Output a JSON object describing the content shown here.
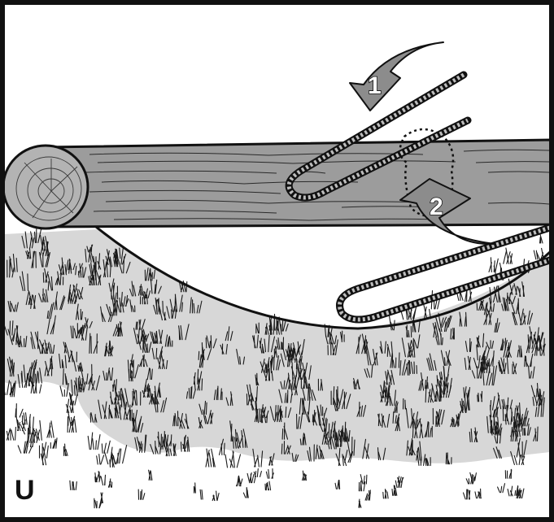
{
  "figure": {
    "label": "U",
    "steps": [
      {
        "number": "1"
      },
      {
        "number": "2"
      }
    ]
  },
  "colors": {
    "frame": "#111111",
    "log_fill": "#9c9c9c",
    "log_end": "#b3b3b3",
    "arrow_fill": "#8c8c8c",
    "ground_patch": "#d7d7d7",
    "background": "#ffffff"
  },
  "icons": [
    "curved-arrow-icon",
    "chainsaw-bar-icon",
    "grass-tuft-icon"
  ]
}
